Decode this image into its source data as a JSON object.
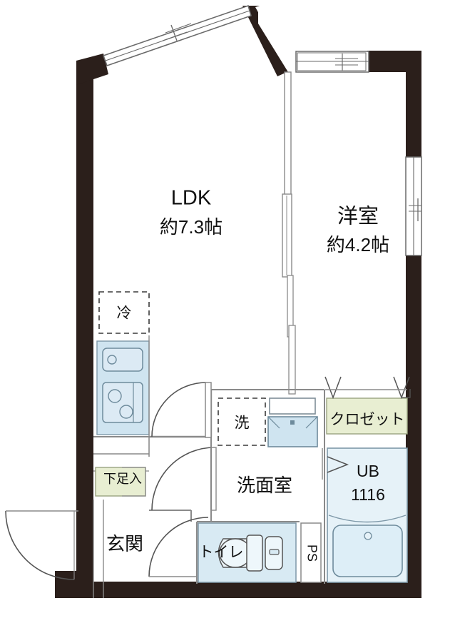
{
  "document": {
    "type": "floor-plan",
    "orientation": "portrait"
  },
  "colors": {
    "wall_structural": "#2b1f1b",
    "wall_interior": "#8a8a8a",
    "fixture_blue": "#cfe4f0",
    "wet_area_blue": "#e6f2f8",
    "closet_green": "#e8eed2",
    "text": "#111111",
    "background": "#ffffff"
  },
  "rooms": {
    "ldk": {
      "name": "LDK",
      "area": "約7.3帖"
    },
    "bedroom": {
      "name": "洋室",
      "area": "約4.2帖"
    },
    "washroom": {
      "name": "洗面室"
    },
    "entrance": {
      "name": "玄関"
    },
    "toilet": {
      "name": "トイレ"
    },
    "unit_bath": {
      "name": "UB",
      "size": "1116"
    },
    "closet": {
      "name": "クロゼット"
    }
  },
  "fixtures": {
    "refrigerator": {
      "label": "冷",
      "style": "dashed-box"
    },
    "washing_machine": {
      "label": "洗",
      "style": "dashed-box"
    },
    "shoe_cabinet": {
      "label": "下足入"
    },
    "pipe_shaft": {
      "label": "PS",
      "orientation": "vertical"
    },
    "kitchen_sink": {
      "name": "sink"
    },
    "kitchen_stove": {
      "name": "stove-two-burner"
    },
    "vanity_basin": {
      "name": "wash-basin"
    },
    "vanity_mirror": {
      "name": "mirror"
    },
    "toilet_fixture": {
      "name": "toilet-bowl"
    },
    "bathtub": {
      "name": "bathtub"
    }
  },
  "openings": {
    "window_top_left": "sliding-window",
    "window_top_right": "sliding-window",
    "window_right": "sliding-window",
    "partition_ldk_bedroom": "sliding-partition",
    "door_entrance": "swing-door-out",
    "door_ldk": "swing-door",
    "door_hall": "swing-door",
    "door_toilet": "swing-door",
    "door_washroom": "sliding-door",
    "door_closet": "folding-door",
    "door_ub": "folding-door"
  }
}
